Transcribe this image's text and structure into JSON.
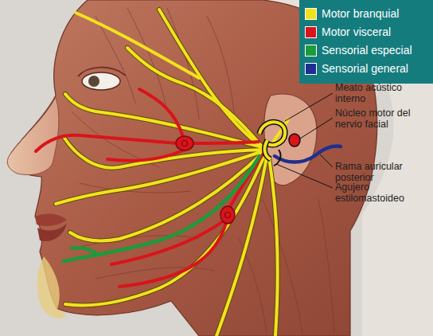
{
  "diagram": {
    "labels": [
      "Meato acústico interno",
      "Núcleo motor del nervio facial",
      "Rama auricular posterior",
      "Agujero estilomastoideo"
    ],
    "legend": [
      {
        "text": "Motor branquial",
        "color": "#f2e21c"
      },
      {
        "text": "Motor visceral",
        "color": "#d9141b"
      },
      {
        "text": "Sensorial especial",
        "color": "#1d9a3c"
      },
      {
        "text": "Sensorial general",
        "color": "#1f2f8f"
      }
    ]
  }
}
